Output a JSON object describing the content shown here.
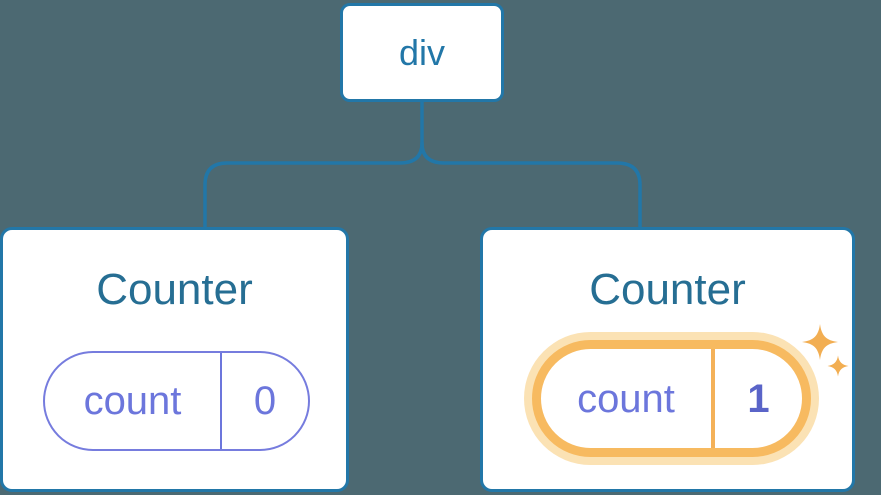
{
  "diagram": {
    "background_color": "#4C6972",
    "accent_blue": "#2277A8",
    "root_node": {
      "label": "div"
    },
    "children": [
      {
        "title": "Counter",
        "title_color": "#266E93",
        "state": {
          "key": "count",
          "value": "0"
        },
        "state_color": "#6C76DC",
        "highlighted": false
      },
      {
        "title": "Counter",
        "title_color": "#266E93",
        "state": {
          "key": "count",
          "value": "1"
        },
        "state_color": "#6C76DC",
        "value_color": "#5A64C8",
        "highlighted": true,
        "highlight": {
          "ring_color": "#F7BA60",
          "glow_color": "#FBE2B4",
          "divider_color": "#F4B158",
          "sparkle_color": "#F2AE52",
          "icon": "sparkle-icon"
        }
      }
    ]
  }
}
